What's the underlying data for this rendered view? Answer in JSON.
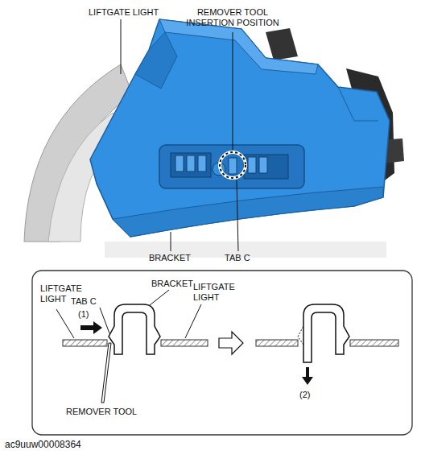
{
  "diagram": {
    "caption": "ac9uuw00008364",
    "labels": [
      "LIFTGATE LIGHT",
      "REMOVER TOOL INSERTION POSITION",
      "BRACKET",
      "TAB C",
      "LIFTGATE LIGHT",
      "TAB C",
      "BRACKET",
      "LIFTGATE LIGHT",
      "(1)",
      "REMOVER TOOL",
      "(2)"
    ]
  }
}
